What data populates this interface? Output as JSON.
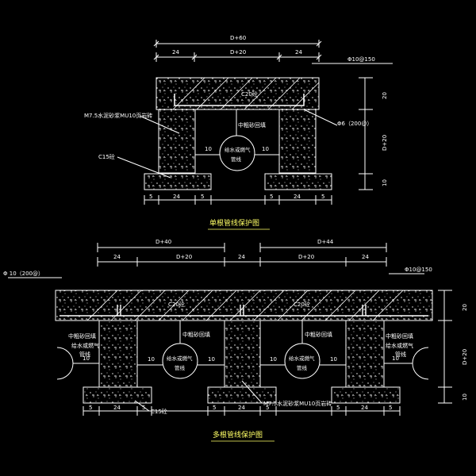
{
  "colors": {
    "background": "#000000",
    "line": "#ffffff",
    "dimension": "#ffffff",
    "hatch": "#ffffff",
    "speckle": "#ffffff",
    "title": "#ffff66"
  },
  "top_detail": {
    "title": "单根管线保护图",
    "dim_total": "D+60",
    "dim_left": "24",
    "dim_mid": "D+20",
    "dim_right": "24",
    "rebar_note": "Φ10@150",
    "slab_label": "C20砼",
    "slab_thickness": "20",
    "wall_label": "M7.5水泥砂浆MU10页岩砖",
    "fill_label": "中粗砂回填",
    "pipe_label_1": "给水或燃气",
    "pipe_label_2": "管线",
    "pipe_offset_left": "10",
    "pipe_offset_right": "10",
    "bar_note": "Φ6（200@）",
    "base_label": "C15砼",
    "wall_height": "D+20",
    "base_thickness": "10",
    "base_dims": [
      "5",
      "24",
      "5",
      "5",
      "24",
      "5"
    ]
  },
  "bottom_detail": {
    "title": "多根管线保护图",
    "dim_d40": "D+40",
    "dim_d44": "D+44",
    "dim_row": [
      "24",
      "D+20",
      "24",
      "D+20",
      "24"
    ],
    "rebar_note": "Φ10@150",
    "bar_note": "Φ 10（200@）",
    "slab_label": "C20砼",
    "slab_thickness": "20",
    "fill_label": "中粗砂回填",
    "side_fill_1": "中粗砂回填",
    "side_fill_2": "给水或燃气",
    "side_pipe_label": "管线",
    "pipe_label_1": "给水或燃气",
    "pipe_label_2": "管线",
    "offset": "10",
    "wall_label": "M7.5水泥砂浆MU10页岩砖",
    "base_label": "C15砼",
    "wall_height": "D+20",
    "base_thickness": "10",
    "base_dims": [
      "5",
      "24",
      "5",
      "5",
      "24",
      "5",
      "5",
      "24",
      "5"
    ]
  }
}
